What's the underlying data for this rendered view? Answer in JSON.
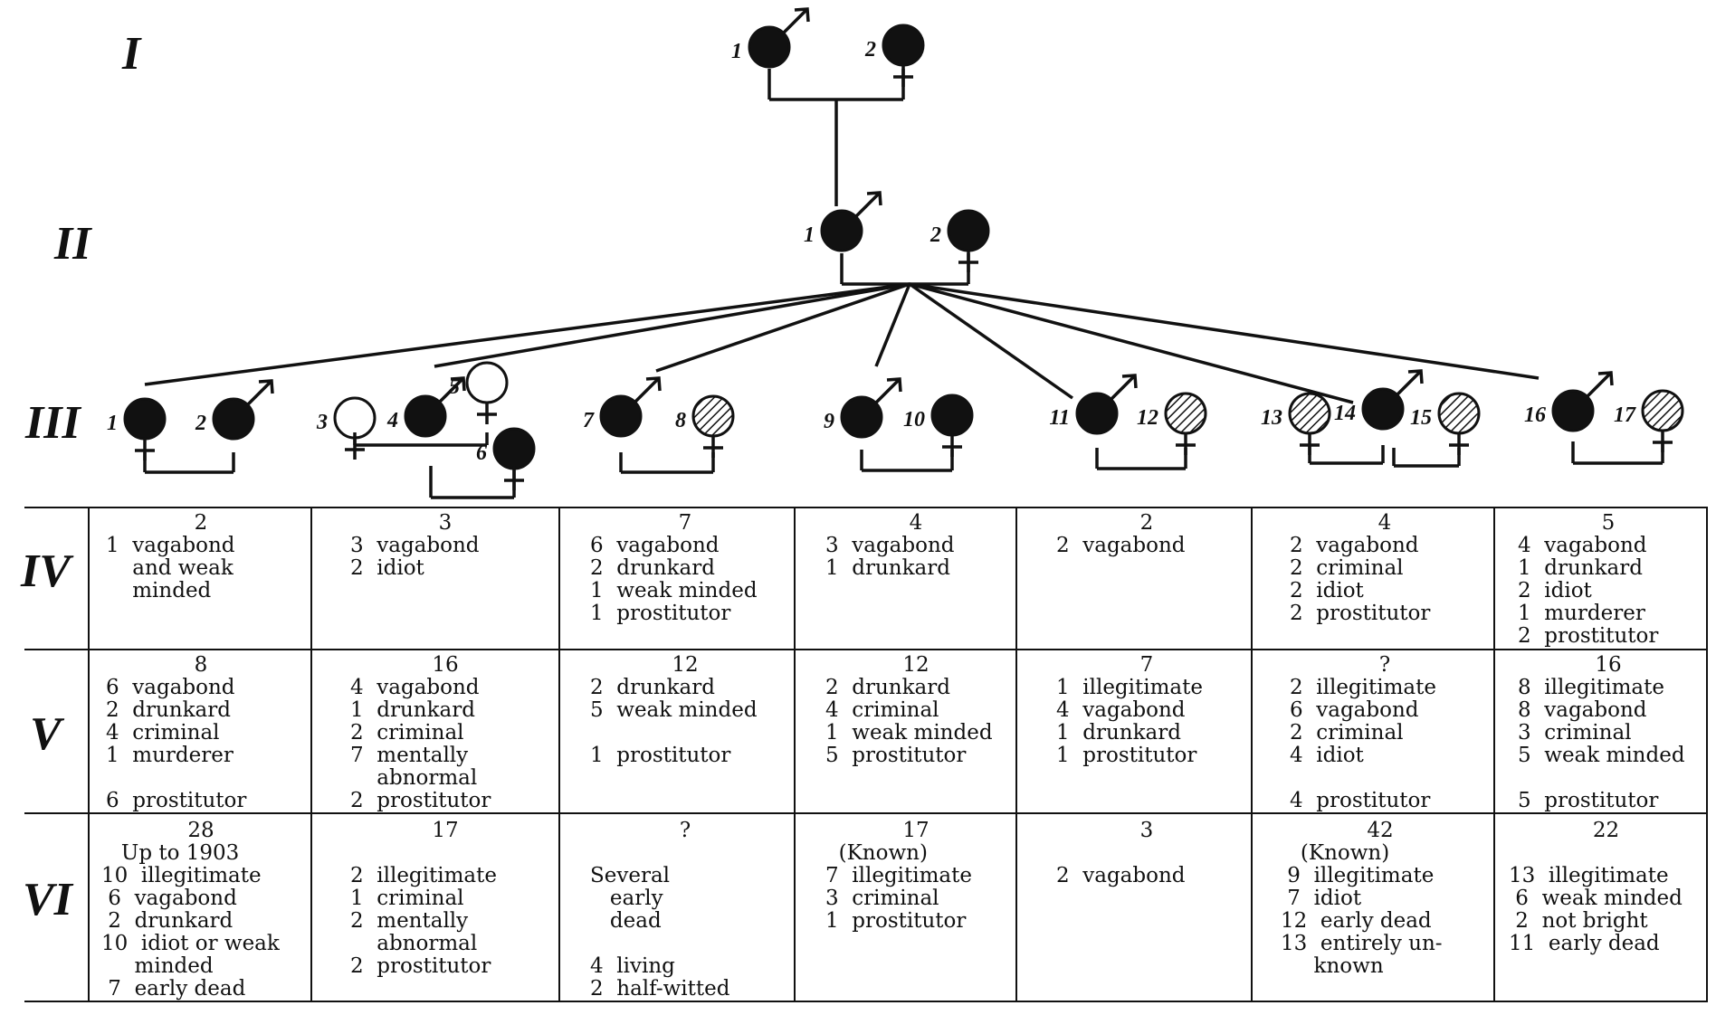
{
  "generations": {
    "I": "I",
    "II": "II",
    "III": "III",
    "IV": "IV",
    "V": "V",
    "VI": "VI"
  },
  "pedigree": {
    "gen1": [
      {
        "num": "1",
        "sex": "male",
        "fill": "affected"
      },
      {
        "num": "2",
        "sex": "female",
        "fill": "affected"
      }
    ],
    "gen2": [
      {
        "num": "1",
        "sex": "male",
        "fill": "affected"
      },
      {
        "num": "2",
        "sex": "female",
        "fill": "affected"
      }
    ],
    "gen3": [
      {
        "num": "1",
        "sex": "female",
        "fill": "affected"
      },
      {
        "num": "2",
        "sex": "male",
        "fill": "affected"
      },
      {
        "num": "3",
        "sex": "female",
        "fill": "normal"
      },
      {
        "num": "4",
        "sex": "male",
        "fill": "affected"
      },
      {
        "num": "5",
        "sex": "female",
        "fill": "normal"
      },
      {
        "num": "6",
        "sex": "female",
        "fill": "affected"
      },
      {
        "num": "7",
        "sex": "male",
        "fill": "affected"
      },
      {
        "num": "8",
        "sex": "female",
        "fill": "hatched"
      },
      {
        "num": "9",
        "sex": "male",
        "fill": "affected"
      },
      {
        "num": "10",
        "sex": "female",
        "fill": "affected"
      },
      {
        "num": "11",
        "sex": "male",
        "fill": "affected"
      },
      {
        "num": "12",
        "sex": "female",
        "fill": "hatched"
      },
      {
        "num": "13",
        "sex": "female",
        "fill": "hatched"
      },
      {
        "num": "14",
        "sex": "male",
        "fill": "affected"
      },
      {
        "num": "15",
        "sex": "female",
        "fill": "hatched"
      },
      {
        "num": "16",
        "sex": "male",
        "fill": "affected"
      },
      {
        "num": "17",
        "sex": "female",
        "fill": "hatched"
      }
    ]
  },
  "table": {
    "rows": [
      {
        "gen": "IV",
        "cells": [
          {
            "count": "2",
            "lines": [
              "1  vagabond",
              "    and weak",
              "    minded"
            ]
          },
          {
            "count": "3",
            "lines": [
              "3  vagabond",
              "2  idiot"
            ]
          },
          {
            "count": "7",
            "lines": [
              "6  vagabond",
              "2  drunkard",
              "1  weak minded",
              "1  prostitutor"
            ]
          },
          {
            "count": "4",
            "lines": [
              "3  vagabond",
              "1  drunkard"
            ]
          },
          {
            "count": "2",
            "lines": [
              "2  vagabond"
            ]
          },
          {
            "count": "4",
            "lines": [
              "2  vagabond",
              "2  criminal",
              "2  idiot",
              "2  prostitutor"
            ]
          },
          {
            "count": "5",
            "lines": [
              "4  vagabond",
              "1  drunkard",
              "2  idiot",
              "1  murderer",
              "2  prostitutor"
            ]
          }
        ]
      },
      {
        "gen": "V",
        "cells": [
          {
            "count": "8",
            "lines": [
              "6  vagabond",
              "2  drunkard",
              "4  criminal",
              "1  murderer",
              "",
              "6  prostitutor"
            ]
          },
          {
            "count": "16",
            "lines": [
              "4  vagabond",
              "1  drunkard",
              "2  criminal",
              "7  mentally",
              "    abnormal",
              "2  prostitutor"
            ]
          },
          {
            "count": "12",
            "lines": [
              "2  drunkard",
              "5  weak minded",
              "",
              "1  prostitutor"
            ]
          },
          {
            "count": "12",
            "lines": [
              "2  drunkard",
              "4  criminal",
              "1  weak minded",
              "5  prostitutor"
            ]
          },
          {
            "count": "7",
            "lines": [
              "1  illegitimate",
              "4  vagabond",
              "1  drunkard",
              "1  prostitutor"
            ]
          },
          {
            "count": "?",
            "lines": [
              "2  illegitimate",
              "6  vagabond",
              "2  criminal",
              "4  idiot",
              "",
              "4  prostitutor"
            ]
          },
          {
            "count": "16",
            "lines": [
              "8  illegitimate",
              "8  vagabond",
              "3  criminal",
              "5  weak minded",
              "",
              "5  prostitutor"
            ]
          }
        ]
      },
      {
        "gen": "VI",
        "cells": [
          {
            "count": "28",
            "lines": [
              "   Up to 1903",
              "10  illegitimate",
              " 6  vagabond",
              " 2  drunkard",
              "10  idiot or weak",
              "     minded",
              " 7  early dead"
            ]
          },
          {
            "count": "17",
            "lines": [
              "",
              "2  illegitimate",
              "1  criminal",
              "2  mentally",
              "    abnormal",
              "2  prostitutor"
            ]
          },
          {
            "count": "?",
            "lines": [
              "",
              "Several",
              "   early",
              "   dead",
              "",
              "4  living",
              "2  half-witted"
            ]
          },
          {
            "count": "17",
            "lines": [
              "  (Known)",
              "7  illegitimate",
              "3  criminal",
              "1  prostitutor"
            ]
          },
          {
            "count": "3",
            "lines": [
              "",
              "2  vagabond"
            ]
          },
          {
            "count": "42",
            "lines": [
              "   (Known)",
              " 9  illegitimate",
              " 7  idiot",
              "12  early dead",
              "13  entirely un-",
              "     known"
            ]
          },
          {
            "count": "22",
            "lines": [
              "",
              "13  illegitimate",
              " 6  weak minded",
              " 2  not bright",
              "11  early dead"
            ]
          }
        ]
      }
    ]
  },
  "colors": {
    "ink": "#111111",
    "paper": "#ffffff"
  }
}
